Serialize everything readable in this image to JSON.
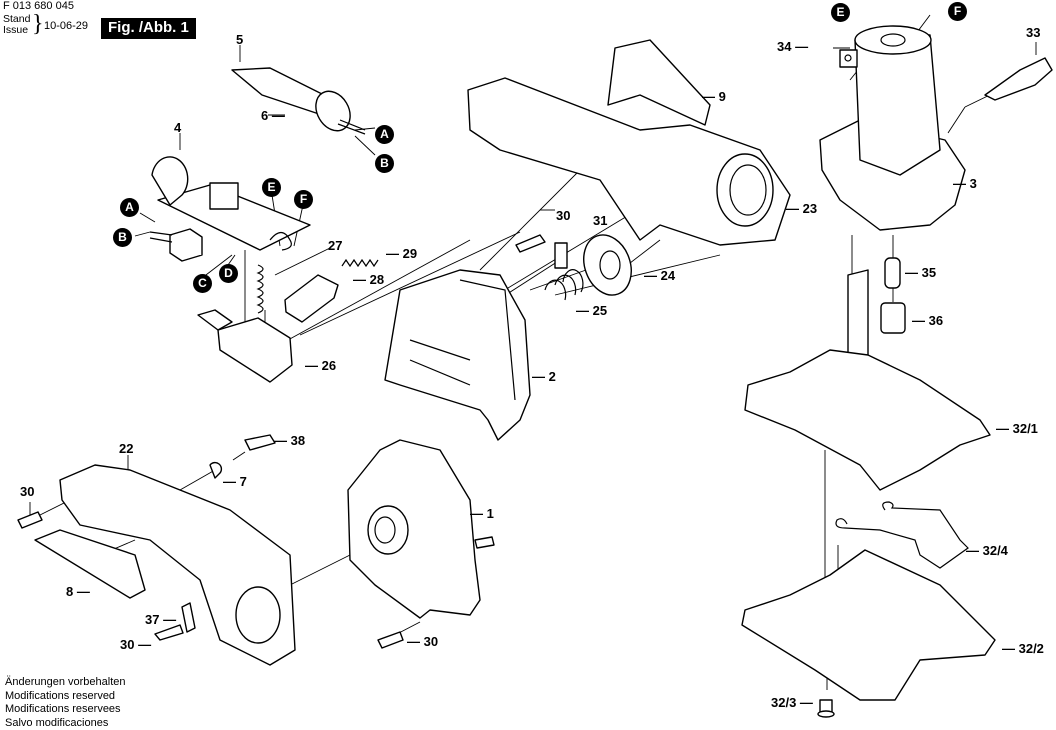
{
  "header": {
    "part_number": "F 013 680 045",
    "stand_label": "Stand",
    "issue_label": "Issue",
    "date": "10-06-29",
    "figure_label": "Fig. /Abb. 1"
  },
  "footer": {
    "lines": [
      "Änderungen vorbehalten",
      "Modifications reserved",
      "Modifications reservees",
      "Salvo modificaciones"
    ]
  },
  "part_labels": {
    "p1": "— 1",
    "p2": "— 2",
    "p3": "— 3",
    "p4": "4",
    "p5": "5",
    "p6": "6 —",
    "p7": "— 7",
    "p8": "8 —",
    "p9": "— 9",
    "p22": "22",
    "p23": "— 23",
    "p24": "— 24",
    "p25": "— 25",
    "p26": "— 26",
    "p27": "27",
    "p28": "— 28",
    "p29": "— 29",
    "p30a": "30",
    "p30b": "30 —",
    "p30c": "— 30",
    "p30d": "30",
    "p31": "31",
    "p32_1": "— 32/1",
    "p32_2": "— 32/2",
    "p32_3": "32/3 —",
    "p32_4": "— 32/4",
    "p33": "33",
    "p34": "34 —",
    "p35": "— 35",
    "p36": "— 36",
    "p37": "37 —",
    "p38": "— 38"
  },
  "connectors": {
    "A": "A",
    "B": "B",
    "C": "C",
    "D": "D",
    "E": "E",
    "F": "F"
  }
}
